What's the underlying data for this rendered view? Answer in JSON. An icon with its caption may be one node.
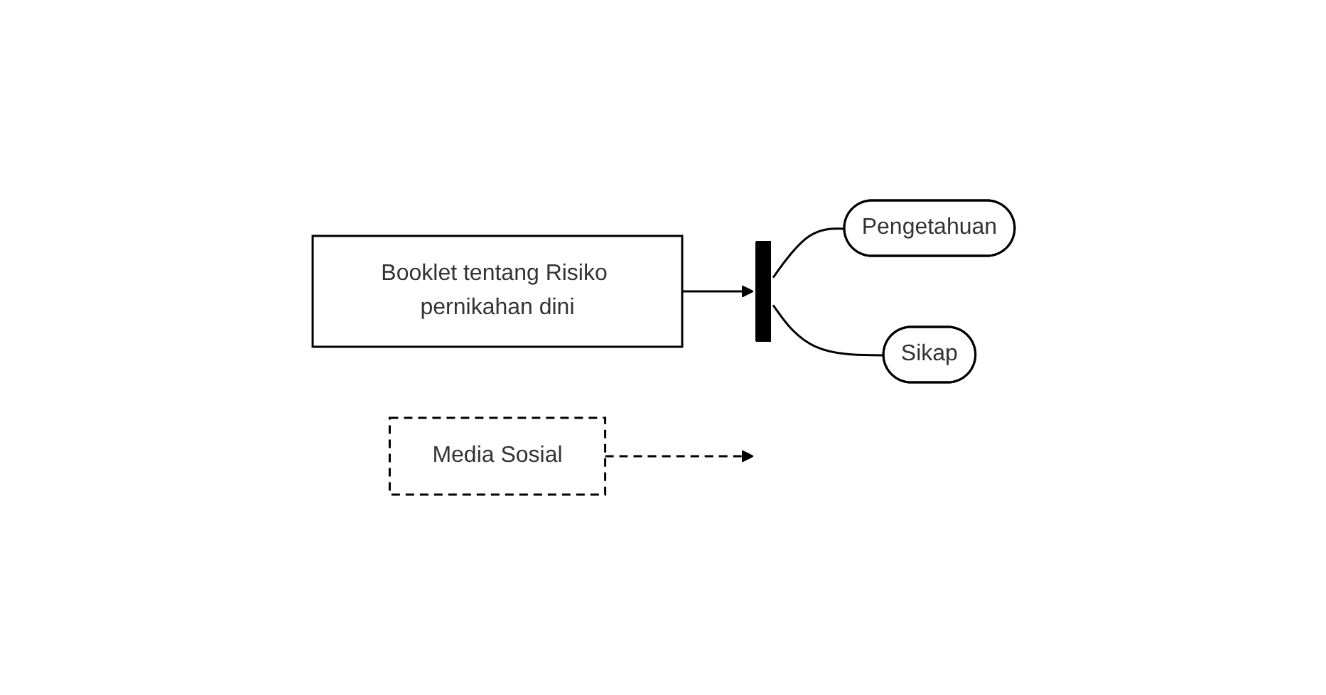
{
  "diagram": {
    "nodes": [
      {
        "text": [
          "Booklet tentang Risiko pernikahan dini"
        ]
      },
      {
        "text": [],
        "shape": "bar"
      },
      {
        "text": [
          "Pengetahuan"
        ]
      },
      {
        "text": [
          "Sikap"
        ]
      },
      {
        "text": [
          "Media Sosial"
        ]
      }
    ],
    "edges": [
      {
        "from": 0,
        "to": 1,
        "arrow": "to"
      },
      {
        "from": 1,
        "to": 2,
        "arrow": "none"
      },
      {
        "from": 1,
        "to": 3,
        "arrow": "none"
      },
      {
        "from": 4,
        "to": null,
        "arrow": "to",
        "style": "dashed"
      }
    ]
  }
}
